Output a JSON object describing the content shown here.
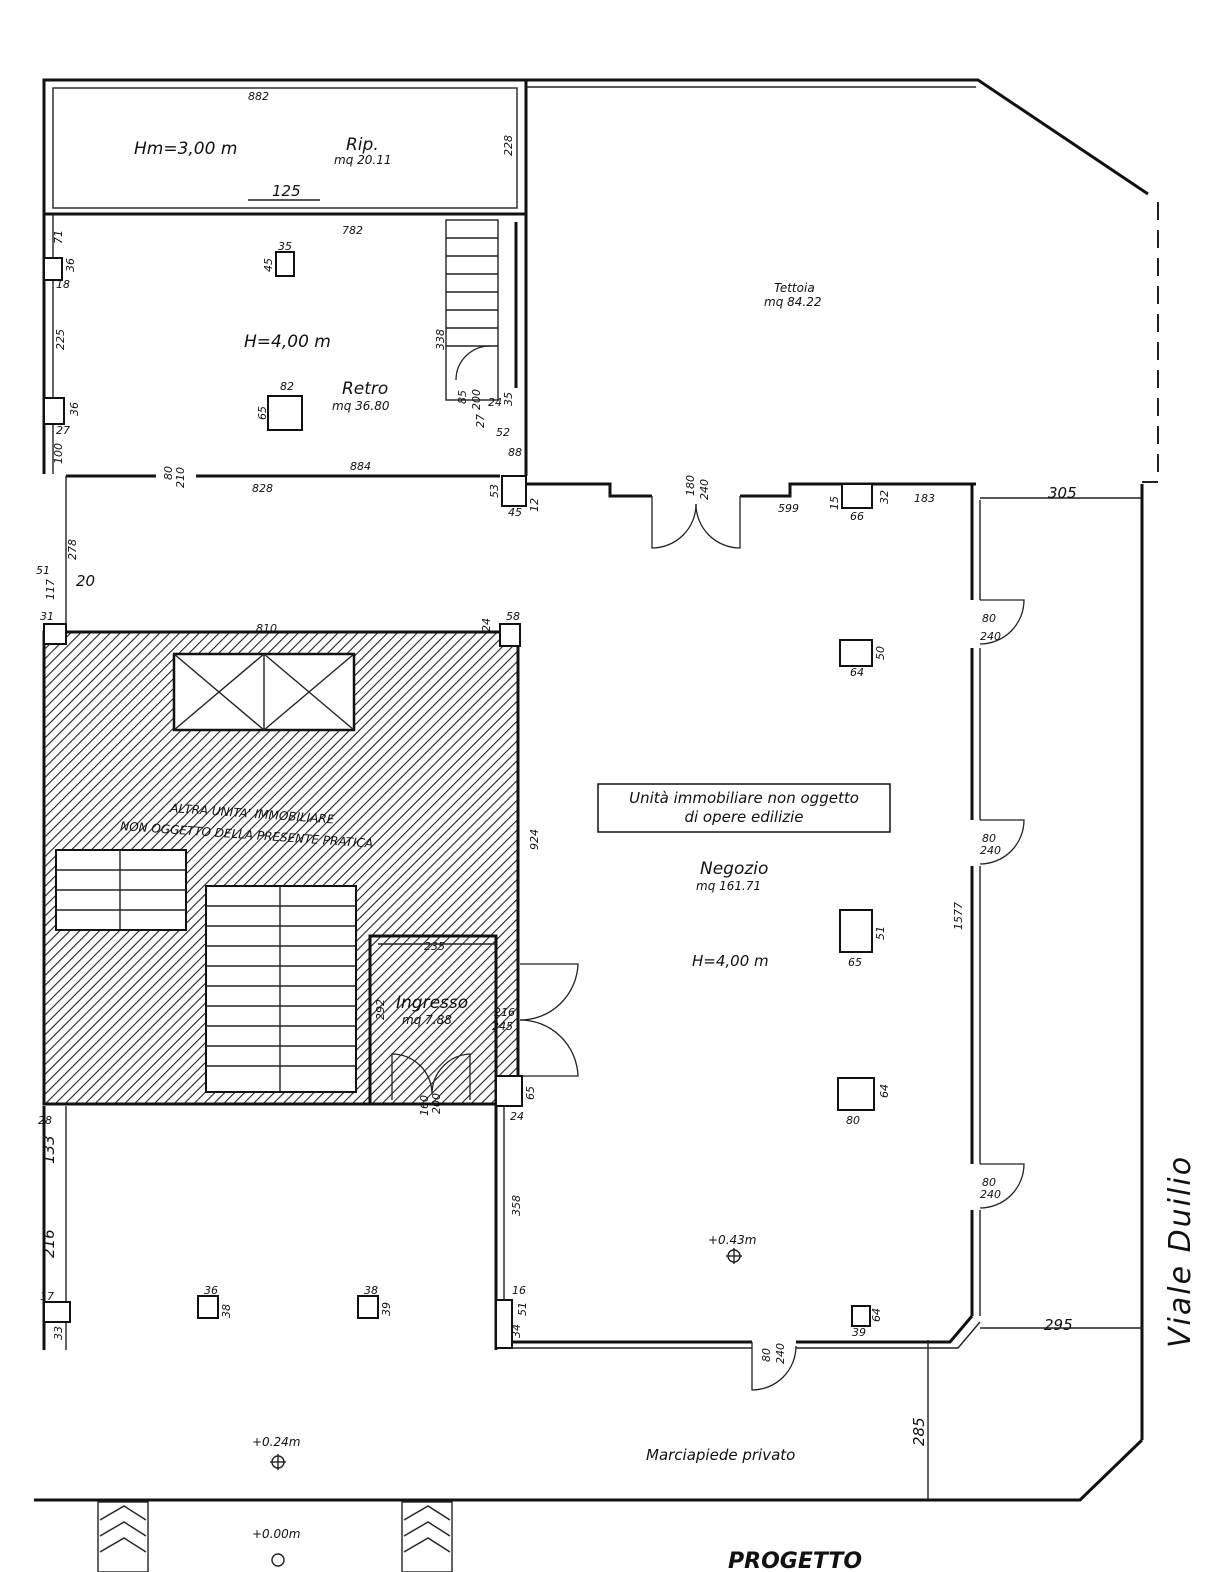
{
  "rooms": {
    "rip_height": "Hm=3,00 m",
    "rip_name": "Rip.",
    "rip_area": "mq 20.11",
    "retro_height": "H=4,00 m",
    "retro_name": "Retro",
    "retro_area": "mq 36.80",
    "tettoia_name": "Tettoia",
    "tettoia_area": "mq 84.22",
    "negozio_name": "Negozio",
    "negozio_area": "mq 161.71",
    "negozio_height": "H=4,00 m",
    "ingresso_name": "Ingresso",
    "ingresso_area": "mq 7.88"
  },
  "labels": {
    "other_unit_line1": "ALTRA UNITA' IMMOBILIARE",
    "other_unit_line2": "NON OGGETTO DELLA PRESENTE PRATICA",
    "note_line1": "Unità immobiliare non oggetto",
    "note_line2": "di opere edilizie",
    "street": "Viale Duilio",
    "sidewalk": "Marciapiede privato",
    "level_shop": "+0.43m",
    "level_court": "+0.24m",
    "level_street": "+0.00m",
    "title_line1": "PROGETTO",
    "title_line2": "PIANTA PIANO TERRA"
  },
  "dimensions": {
    "d882": "882",
    "d228": "228",
    "d125": "125",
    "d782": "782",
    "d35a": "35",
    "d45a": "45",
    "d71": "71",
    "d36a": "36",
    "d18": "18",
    "d225": "225",
    "d338": "338",
    "d82": "82",
    "d65a": "65",
    "d36b": "36",
    "d27a": "27",
    "d100": "100",
    "d80": "80",
    "d210a": "210",
    "d884": "884",
    "d828": "828",
    "d85": "85",
    "d200": "200",
    "d27b": "27",
    "d24a": "24",
    "d35b": "35",
    "d52": "52",
    "d88": "88",
    "d53": "53",
    "d45b": "45",
    "d12": "12",
    "d180": "180",
    "d240a": "240",
    "d599": "599",
    "d15": "15",
    "d66": "66",
    "d32": "32",
    "d183": "183",
    "d305": "305",
    "d278": "278",
    "d51a": "51",
    "d20": "20",
    "d117": "117",
    "d31": "31",
    "d810": "810",
    "d24b": "24",
    "d58": "58",
    "d924": "924",
    "d1577": "1577",
    "d80b": "80",
    "d240b": "240",
    "d80c": "80",
    "d240c": "240",
    "d80d": "80",
    "d240d": "240",
    "d64a": "64",
    "d50": "50",
    "d51b": "51",
    "d65b": "65",
    "d64b": "64",
    "d80e": "80",
    "d235": "235",
    "d292": "292",
    "d216a": "216",
    "d245": "245",
    "d65c": "65",
    "d24c": "24",
    "d160": "160",
    "d200b": "200",
    "d28": "28",
    "d133": "133",
    "d216b": "216",
    "d17": "17",
    "d33": "33",
    "d36c": "36",
    "d38a": "38",
    "d38b": "38",
    "d39": "39",
    "d358": "358",
    "d16": "16",
    "d51c": "51",
    "d34": "34",
    "d39b": "39",
    "d64c": "64",
    "d80f": "80",
    "d240e": "240",
    "d295": "295",
    "d285": "285"
  }
}
